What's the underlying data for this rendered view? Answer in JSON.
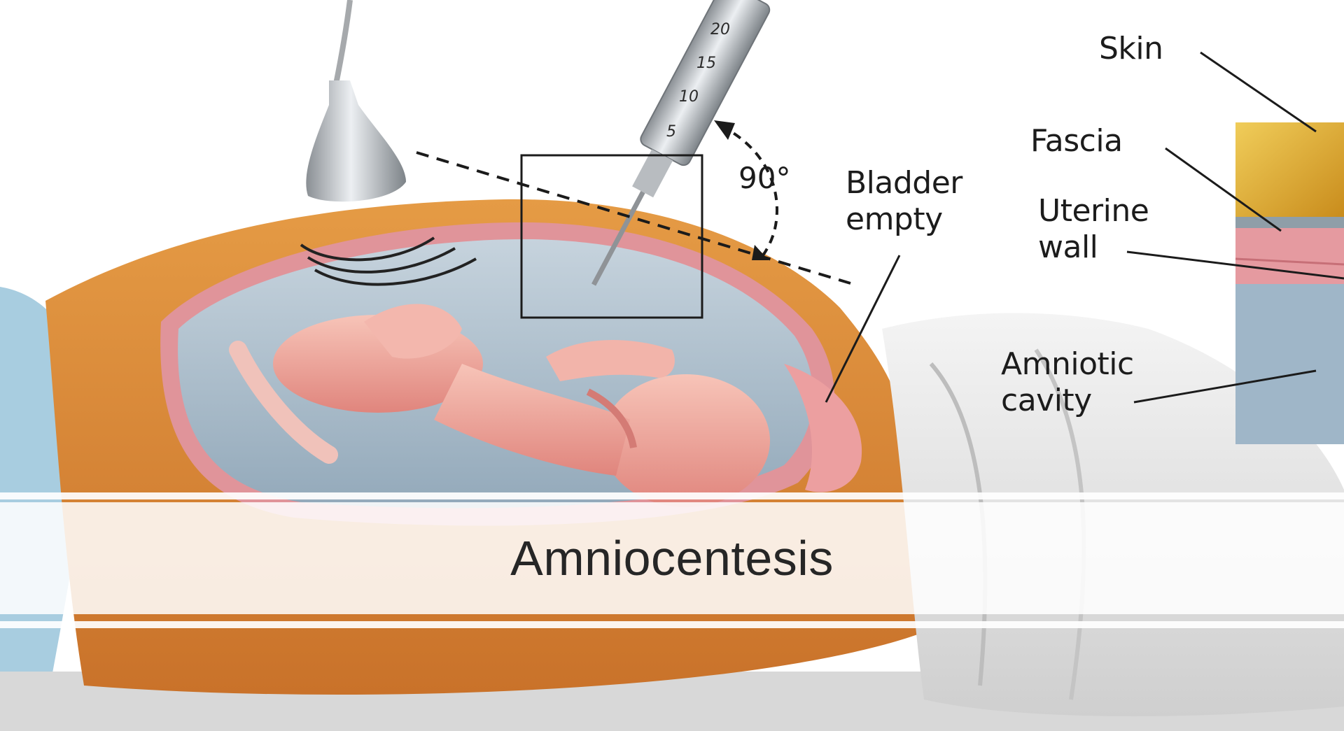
{
  "slide": {
    "title": "Amniocentesis"
  },
  "diagram": {
    "labels": {
      "skin": "Skin",
      "fascia": "Fascia",
      "uterine_wall": "Uterine\nwall",
      "amniotic_cavity": "Amniotic\ncavity",
      "bladder": "Bladder\nempty",
      "angle": "90°"
    },
    "syringe_scale": [
      "20",
      "15",
      "10",
      "5"
    ],
    "colors": {
      "abdomen": "#d9852f",
      "uterine_wall": "#e0949a",
      "amniotic_fluid": "#a9bccb",
      "fetus": "#f1b0a6",
      "fat_layer": "#e3b33a",
      "sheet": "#e6e6e6",
      "blanket": "#a8cde0"
    }
  }
}
